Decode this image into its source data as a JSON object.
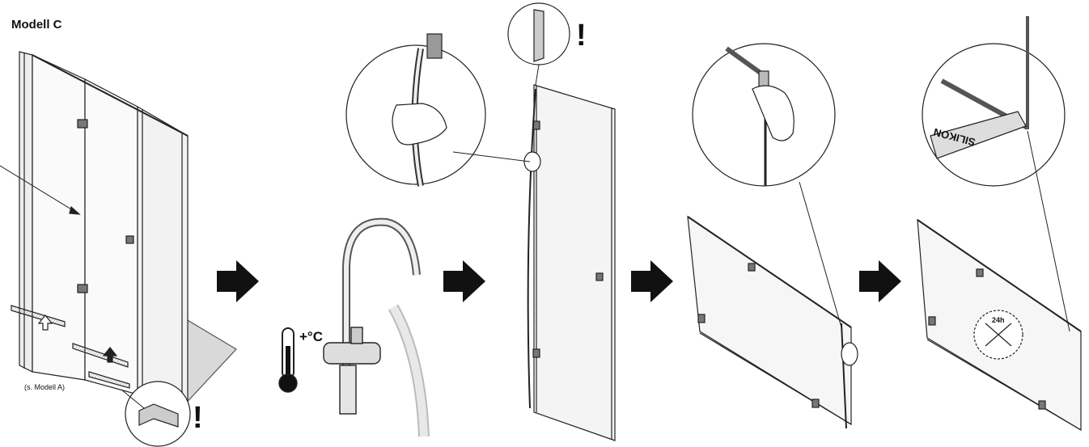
{
  "labels": {
    "model_title": "Modell C",
    "model_ref": "(s. Modell A)",
    "temperature": "+°C",
    "silicone": "SILIKON",
    "cure_time": "24h"
  },
  "warnings": {
    "mark": "!"
  },
  "steps": [
    {
      "id": "step-1",
      "desc": "Modell C"
    },
    {
      "id": "step-2",
      "desc": "+°C"
    },
    {
      "id": "step-3",
      "desc": ""
    },
    {
      "id": "step-4",
      "desc": ""
    },
    {
      "id": "step-5",
      "desc": "SILIKON"
    }
  ],
  "icons": [
    "arrow-right-icon",
    "thermometer-icon",
    "faucet-icon",
    "hand-icon",
    "clock-icon",
    "exclamation-icon",
    "magnifier-circle-icon"
  ]
}
